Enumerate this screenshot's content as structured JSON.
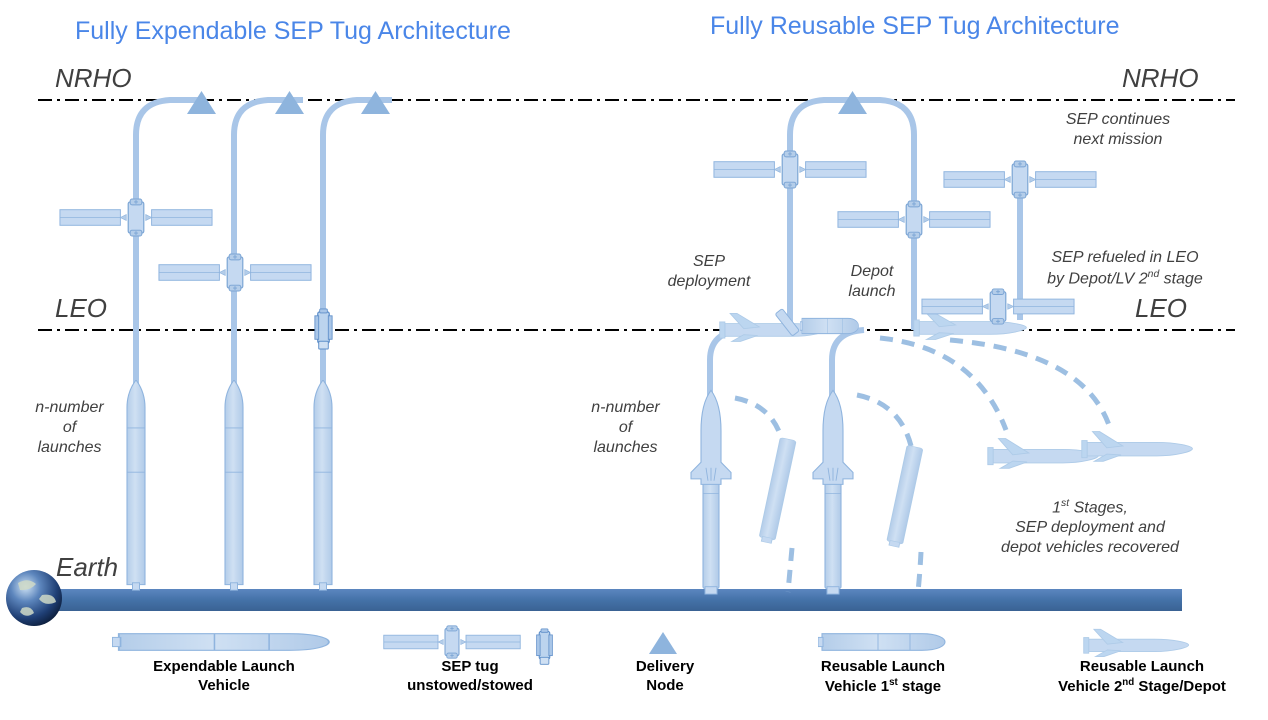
{
  "titles": {
    "left": "Fully Expendable SEP Tug Architecture",
    "right": "Fully Reusable SEP Tug Architecture"
  },
  "orbit_labels": {
    "nrho_left": "NRHO",
    "nrho_right": "NRHO",
    "leo_left": "LEO",
    "leo_right": "LEO",
    "earth": "Earth"
  },
  "notes": {
    "launches_left_l1": "n-number",
    "launches_left_l2": "of",
    "launches_left_l3": "launches",
    "launches_right_l1": "n-number",
    "launches_right_l2": "of",
    "launches_right_l3": "launches",
    "sep_deployment_l1": "SEP",
    "sep_deployment_l2": "deployment",
    "depot_launch_l1": "Depot",
    "depot_launch_l2": "launch",
    "sep_continues_l1": "SEP continues",
    "sep_continues_l2": "next mission",
    "sep_refueled_l1": "SEP refueled in LEO",
    "sep_refueled_l2_a": "by Depot/LV 2",
    "sep_refueled_l2_sup": "nd",
    "sep_refueled_l2_b": " stage",
    "recovered_l1_a": "1",
    "recovered_l1_sup": "st",
    "recovered_l1_b": " Stages,",
    "recovered_l2": "SEP deployment and",
    "recovered_l3": "depot vehicles recovered"
  },
  "legend": [
    {
      "icon": "expendable-launch-vehicle-icon",
      "line1": "Expendable Launch",
      "line2": "Vehicle"
    },
    {
      "icon": "sep-tug-icon",
      "line1": "SEP tug",
      "line2": "unstowed/stowed"
    },
    {
      "icon": "delivery-node-triangle-icon",
      "line1": "Delivery",
      "line2": "Node"
    },
    {
      "icon": "reusable-first-stage-icon",
      "line1": "Reusable Launch",
      "line2_a": "Vehicle 1",
      "line2_sup": "st",
      "line2_b": " stage"
    },
    {
      "icon": "reusable-second-stage-depot-icon",
      "line1": "Reusable Launch",
      "line2_a": "Vehicle 2",
      "line2_sup": "nd",
      "line2_b": " Stage/Depot"
    }
  ],
  "colors": {
    "title_blue": "#4a86e8",
    "vehicle_fill": "#c5d9f1",
    "vehicle_stroke": "#8fb4de",
    "path_blue": "#a9c6e8",
    "earth_bar": "#4472a8",
    "text_gray": "#404040",
    "orbit_line": "#000000"
  }
}
